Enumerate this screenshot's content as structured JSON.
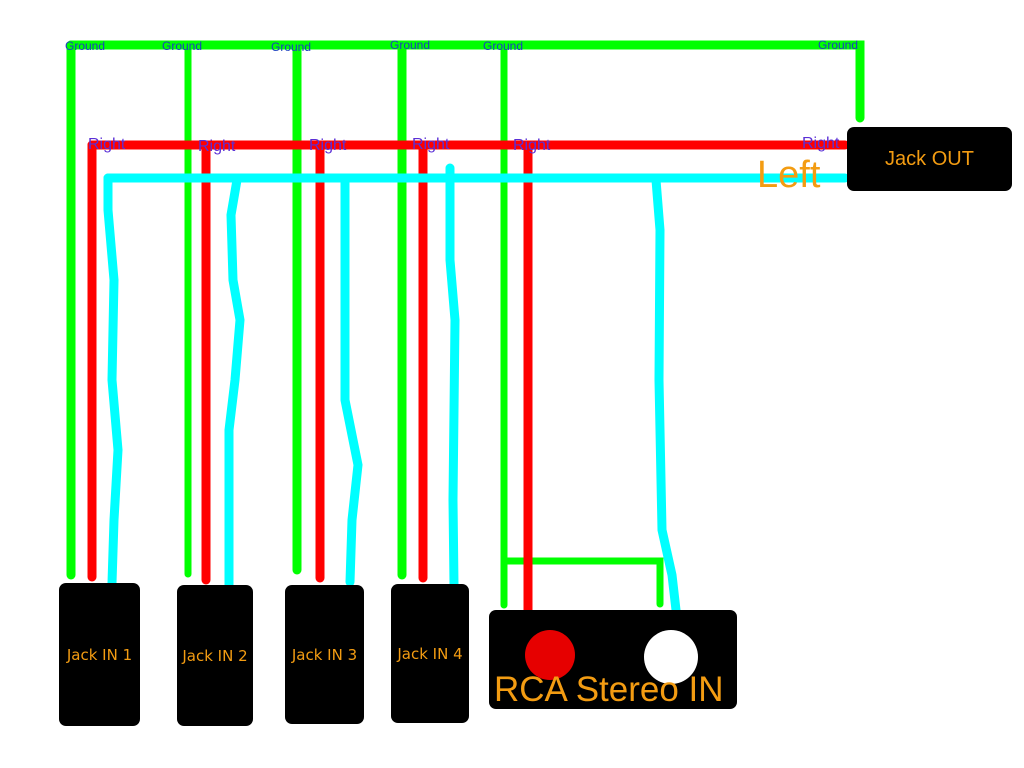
{
  "labels": {
    "ground": [
      "Ground",
      "Ground",
      "Ground",
      "Ground",
      "Ground",
      "Ground"
    ],
    "right": [
      "Right",
      "Right",
      "Right",
      "Right",
      "Right",
      "Right"
    ],
    "left": "Left"
  },
  "components": {
    "jack_in": [
      "Jack IN 1",
      "Jack IN 2",
      "Jack IN 3",
      "Jack IN 4"
    ],
    "jack_out": "Jack OUT",
    "rca": "RCA Stereo IN"
  },
  "colors": {
    "ground": "#00ff00",
    "right": "#ff0000",
    "left": "#00ffff",
    "rca_left": "#e60000",
    "rca_right": "#ffffff",
    "text": "#f39c12"
  }
}
